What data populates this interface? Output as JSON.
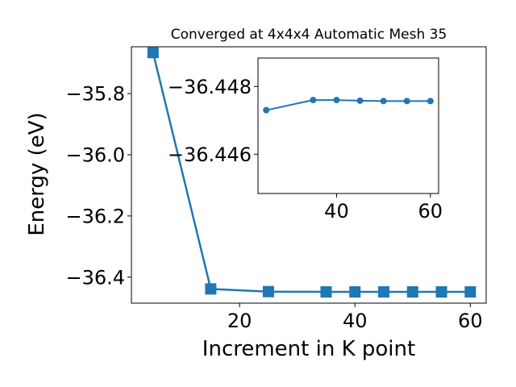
{
  "chart_data": [
    {
      "type": "line",
      "title": "Converged at 4x4x4 Automatic Mesh 35",
      "xlabel": "Increment in K point",
      "ylabel": "Energy (eV)",
      "xlim": [
        1.25,
        62.75
      ],
      "ylim": [
        -36.485,
        -35.647
      ],
      "xticks": [
        20,
        40,
        60
      ],
      "xtick_labels": [
        "20",
        "40",
        "60"
      ],
      "yticks": [
        -35.8,
        -36.0,
        -36.2,
        -36.4
      ],
      "ytick_labels": [
        "−35.8",
        "−36.0",
        "−36.2",
        "−36.4"
      ],
      "grid": false,
      "marker": "square",
      "color": "#1f77b4",
      "series": [
        {
          "x": [
            5,
            15,
            25,
            35,
            40,
            45,
            50,
            55,
            60
          ],
          "y": [
            -35.666,
            -36.4385,
            -36.4473,
            -36.4482,
            -36.4482,
            -36.4482,
            -36.4482,
            -36.4482,
            -36.4482
          ]
        }
      ]
    },
    {
      "type": "line",
      "role": "inset",
      "xlim": [
        23.25,
        61.75
      ],
      "ylim": [
        -36.44484,
        -36.44884
      ],
      "xticks": [
        40,
        60
      ],
      "xtick_labels": [
        "40",
        "60"
      ],
      "yticks": [
        -36.448,
        -36.446
      ],
      "ytick_labels": [
        "−36.448",
        "−36.446"
      ],
      "grid": false,
      "marker": "circle",
      "color": "#1f77b4",
      "series": [
        {
          "x": [
            25,
            35,
            40,
            45,
            50,
            55,
            60
          ],
          "y": [
            -36.4473,
            -36.4476,
            -36.4476,
            -36.44758,
            -36.44757,
            -36.44757,
            -36.44757
          ]
        }
      ]
    }
  ]
}
